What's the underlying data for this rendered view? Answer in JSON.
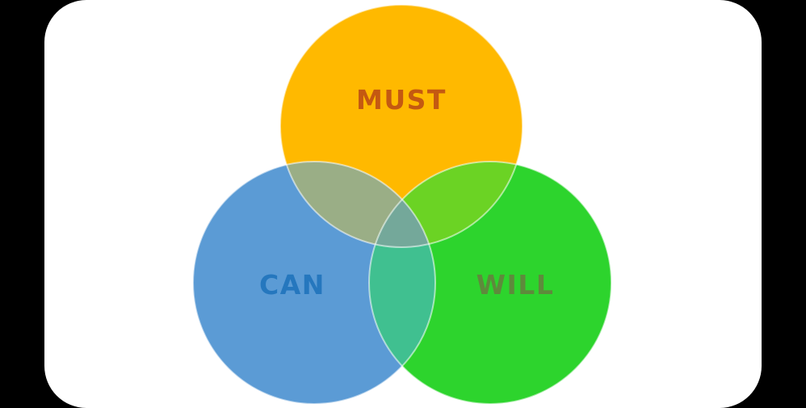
{
  "venn": {
    "type": "venn-diagram",
    "background": "#000000",
    "canvas_color": "#FFFFFF",
    "stroke": "rgba(255,255,255,0.55)",
    "circles": [
      {
        "id": "must",
        "label": "MUST",
        "fill": "#FFB900",
        "label_color": "#C45911"
      },
      {
        "id": "can",
        "label": "CAN",
        "fill": "#5B9BD5",
        "label_color": "#2577BE"
      },
      {
        "id": "will",
        "label": "WILL",
        "fill": "#2DD42D",
        "label_color": "#5E8A3C"
      }
    ],
    "overlaps": {
      "must_can": "#9AAE86",
      "must_will": "#6BD324",
      "can_will": "#40C090",
      "center": "#74A89A"
    }
  }
}
